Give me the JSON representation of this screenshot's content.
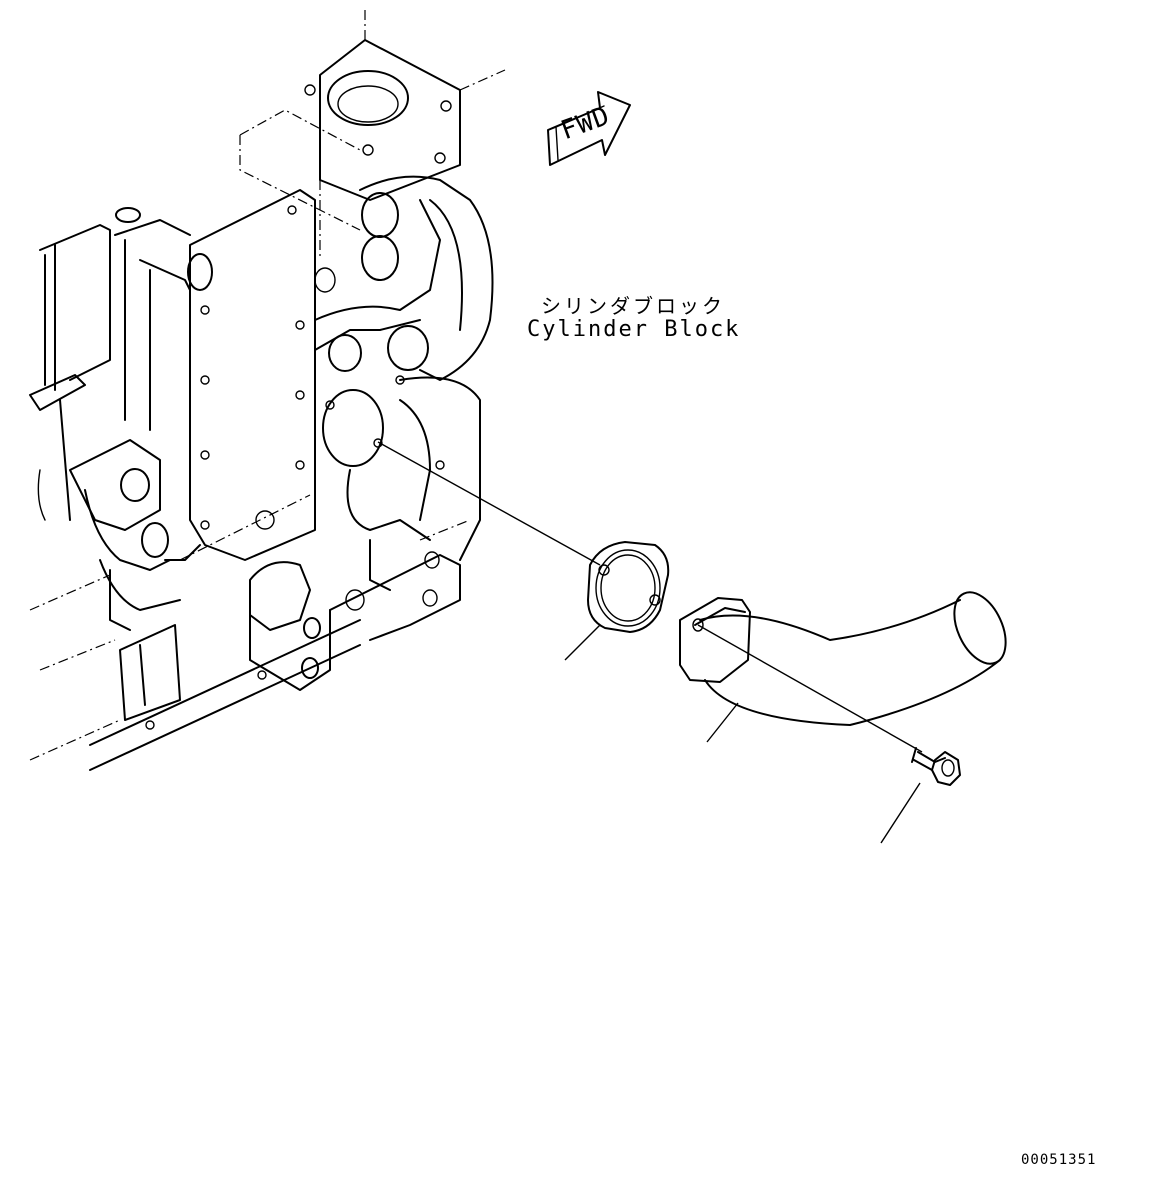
{
  "labels": {
    "part_name_jp": "シリンダブロック",
    "part_name_en": "Cylinder Block",
    "fwd": "FWD",
    "drawing_number": "00051351"
  },
  "icons": {
    "direction_arrow": "forward-arrow-icon"
  }
}
